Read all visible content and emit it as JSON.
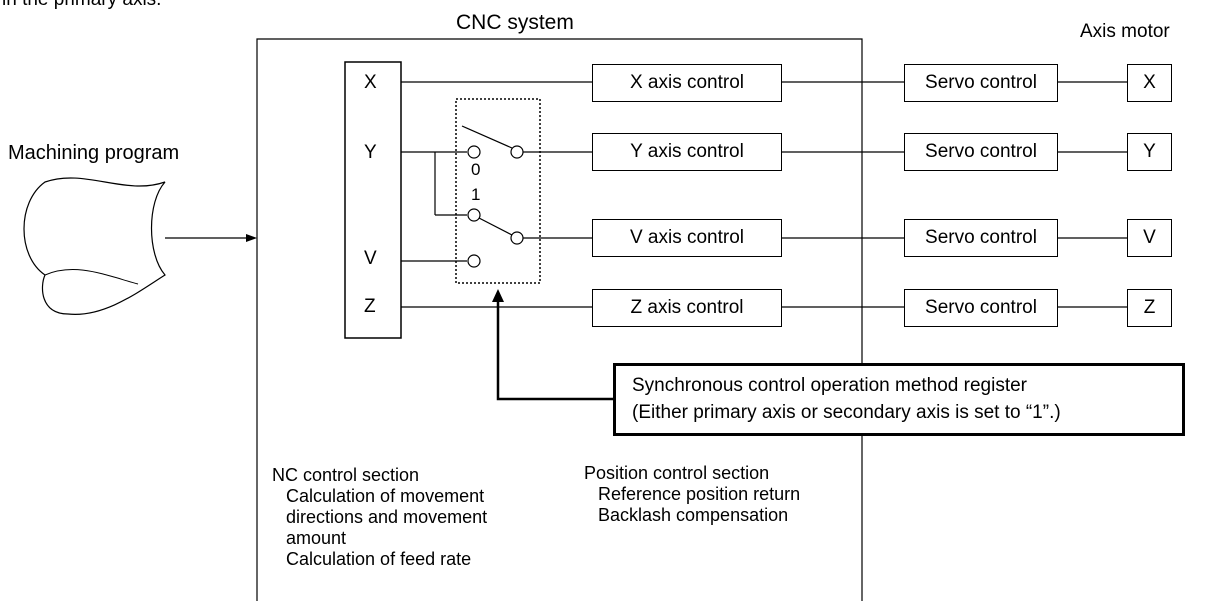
{
  "header_fragment": "in the primary axis.",
  "cnc_system_title": "CNC system",
  "axis_motor_title": "Axis motor",
  "machining_program_label": "Machining program",
  "input_axes": [
    "X",
    "Y",
    "V",
    "Z"
  ],
  "switch_positions": [
    "0",
    "1"
  ],
  "axis_controls": [
    "X axis control",
    "Y axis control",
    "V axis control",
    "Z axis control"
  ],
  "servo_controls": [
    "Servo control",
    "Servo control",
    "Servo control",
    "Servo control"
  ],
  "motors": [
    "X",
    "Y",
    "V",
    "Z"
  ],
  "register": {
    "line1": "Synchronous control operation method register",
    "line2": "(Either primary axis or secondary axis is set to “1”.)"
  },
  "nc_section": {
    "title": "NC control section",
    "items": [
      "Calculation of movement directions and movement amount",
      "Calculation of feed rate"
    ]
  },
  "position_section": {
    "title": "Position control section",
    "items": [
      "Reference position return",
      "Backlash compensation"
    ]
  }
}
